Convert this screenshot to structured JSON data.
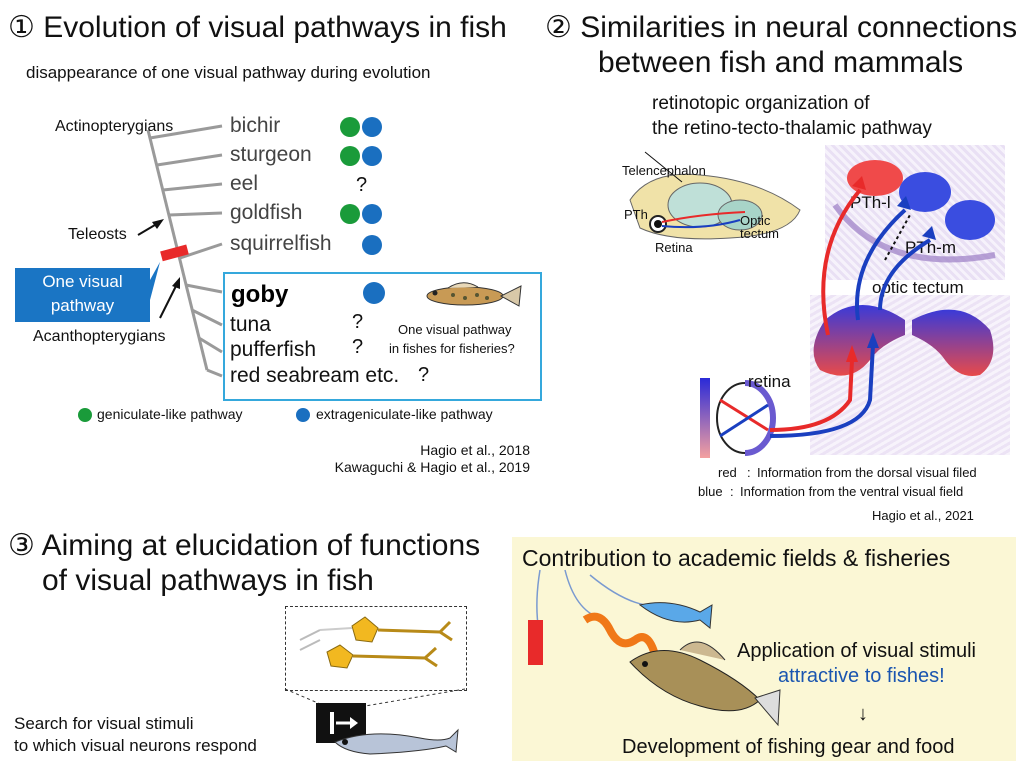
{
  "colors": {
    "green": "#1a9b3a",
    "blue": "#1a6fc0",
    "accent_blue": "#1a75c4",
    "red": "#e82a2a",
    "yellow_bg": "#fbf7d5"
  },
  "panel1": {
    "title": "① Evolution of visual pathways in fish",
    "subtitle": "disappearance of one visual pathway during evolution",
    "clade_actinopterygians": "Actinopterygians",
    "clade_teleosts": "Teleosts",
    "clade_acanthopterygians": "Acanthopterygians",
    "one_pathway_box": "One visual pathway",
    "species": [
      {
        "name": "bichir",
        "pathways": [
          "geniculate",
          "extrageniculate"
        ]
      },
      {
        "name": "sturgeon",
        "pathways": [
          "geniculate",
          "extrageniculate"
        ]
      },
      {
        "name": "eel",
        "unknown": "?"
      },
      {
        "name": "goldfish",
        "pathways": [
          "geniculate",
          "extrageniculate"
        ]
      },
      {
        "name": "squirrelfish",
        "pathways": [
          "extrageniculate"
        ]
      },
      {
        "name": "goby",
        "pathways": [
          "extrageniculate"
        ]
      },
      {
        "name": "tuna",
        "unknown": "?"
      },
      {
        "name": "pufferfish",
        "unknown": "?"
      },
      {
        "name": "red seabream etc.",
        "unknown": "?"
      }
    ],
    "fisheries_note_line1": "One visual pathway",
    "fisheries_note_line2": "in fishes for fisheries?",
    "legend_green": "geniculate-like pathway",
    "legend_blue": "extrageniculate-like pathway",
    "ref1": "Hagio et al., 2018",
    "ref2": "Kawaguchi & Hagio et al., 2019"
  },
  "panel2": {
    "title_line1": "② Similarities in neural connections",
    "title_line2": "between fish and mammals",
    "subtitle_line1": "retinotopic organization of",
    "subtitle_line2": "the retino-tecto-thalamic pathway",
    "label_telencephalon": "Telencephalon",
    "label_pth": "PTh",
    "label_retina_small": "Retina",
    "label_optic": "Optic",
    "label_tectum": "tectum",
    "label_pth_l": "PTh-l",
    "label_pth_m": "PTh-m",
    "label_optic_tectum": "optic tectum",
    "label_retina": "retina",
    "legend_red_key": "red",
    "legend_red": "Information from the dorsal visual filed",
    "legend_blue_key": "blue",
    "legend_blue": "Information from the ventral visual field",
    "ref": "Hagio et al., 2021"
  },
  "panel3": {
    "title_line1": "③ Aiming at elucidation of functions",
    "title_line2": "of visual pathways in fish",
    "search_line1": "Search for visual stimuli",
    "search_line2": "to which visual neurons respond"
  },
  "panel4": {
    "title": "Contribution to academic fields & fisheries",
    "app_line1": "Application of visual stimuli",
    "app_line2": "attractive to fishes!",
    "arrow": "↓",
    "dev_line": "Development of fishing gear and food"
  }
}
